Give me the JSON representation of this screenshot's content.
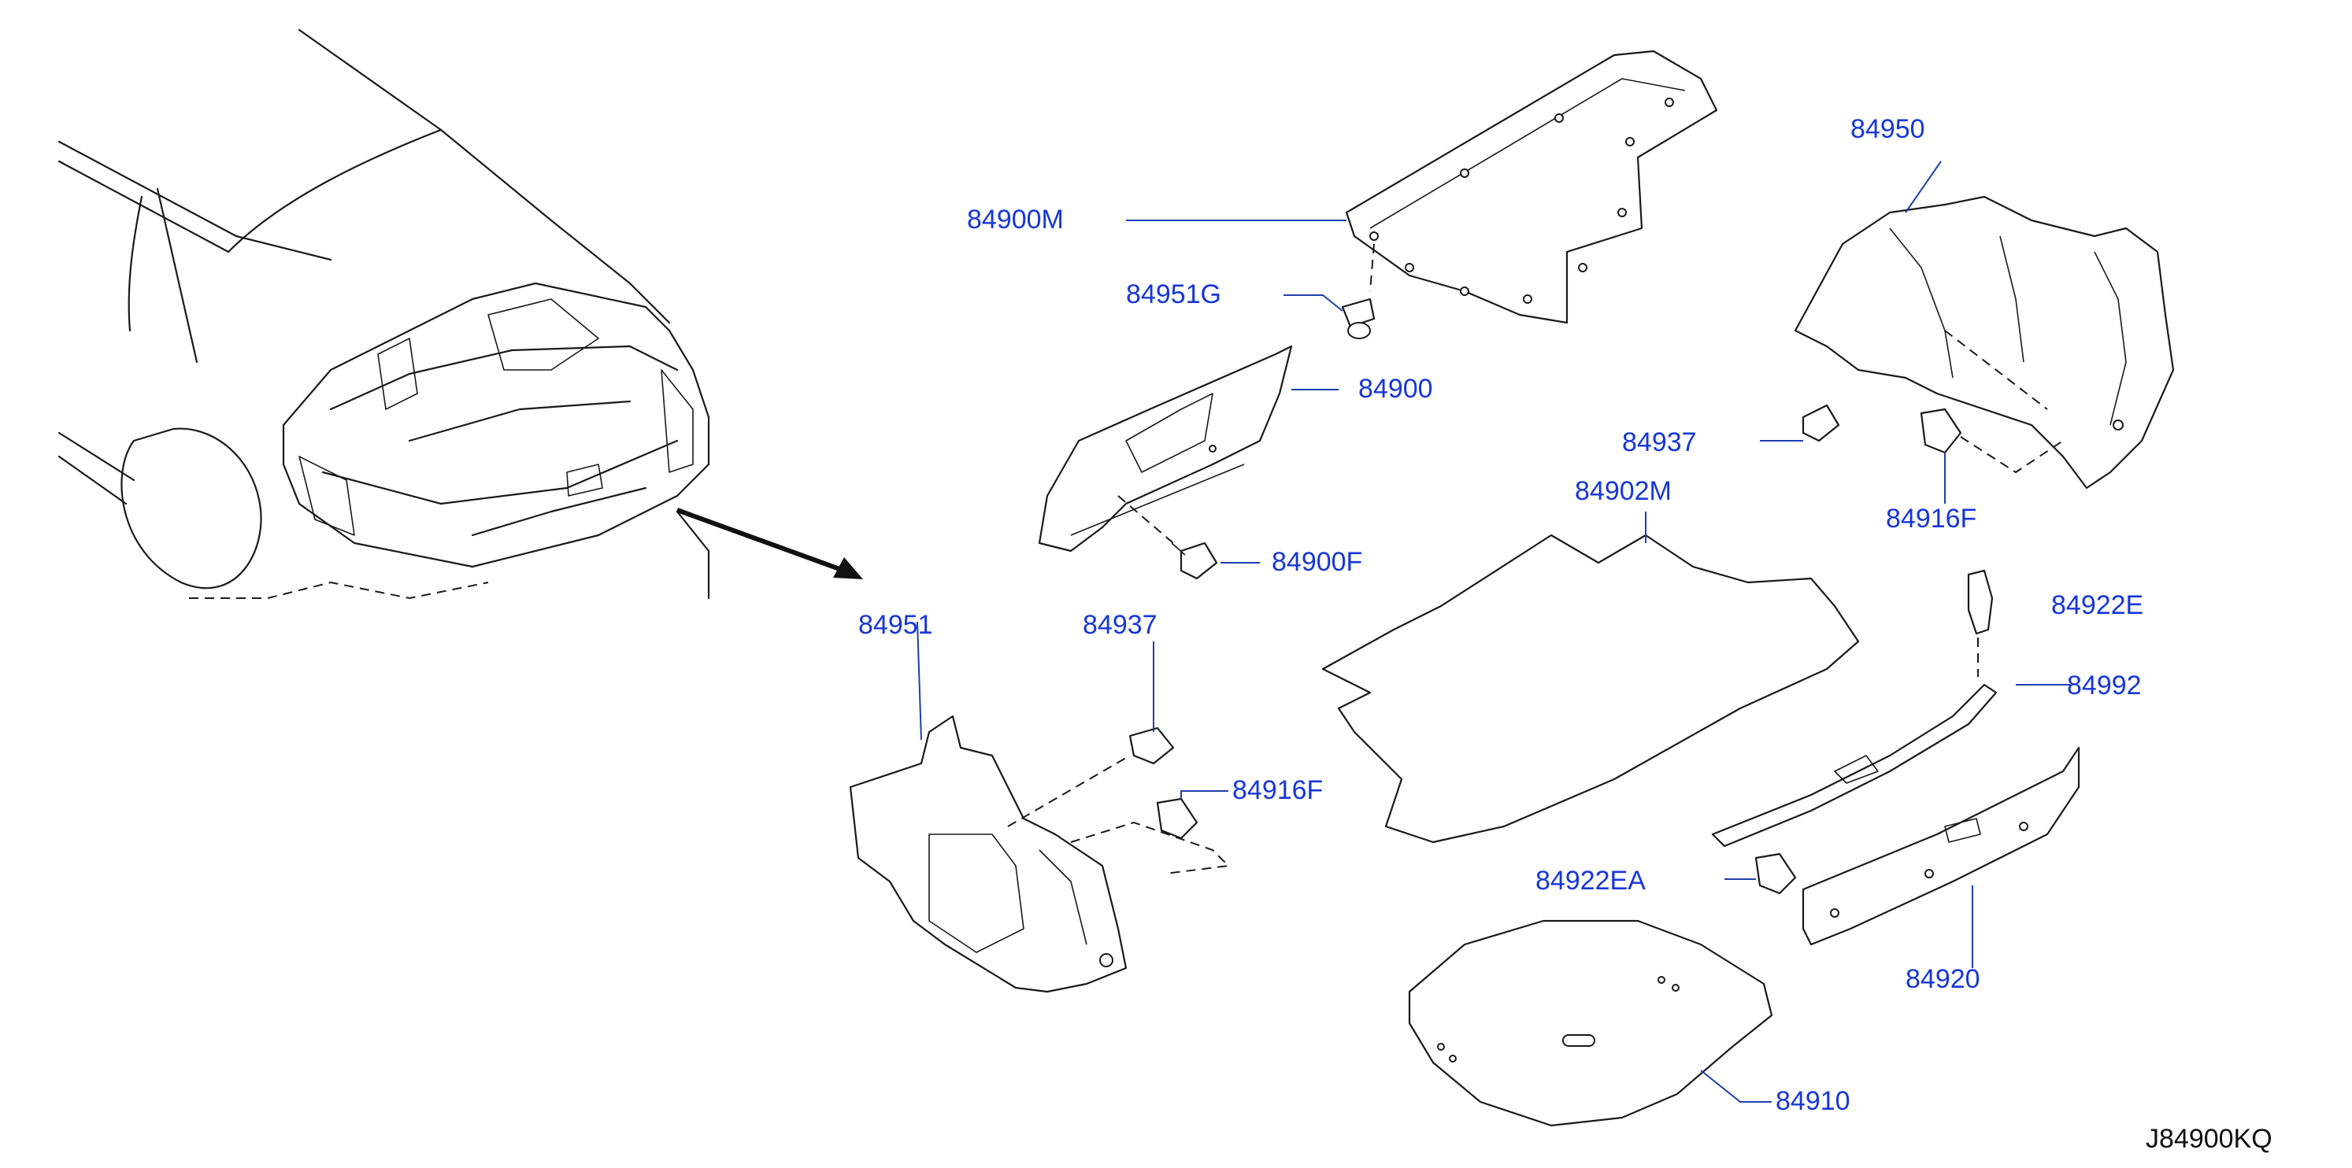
{
  "diagram": {
    "figure_code": "J84900KQ",
    "part_labels": {
      "p84900M": "84900M",
      "p84951G": "84951G",
      "p84900": "84900",
      "p84900F": "84900F",
      "p84950": "84950",
      "p84937_right": "84937",
      "p84916F_right": "84916F",
      "p84902M": "84902M",
      "p84922E": "84922E",
      "p84992": "84992",
      "p84951": "84951",
      "p84937_left": "84937",
      "p84916F_left": "84916F",
      "p84922EA": "84922EA",
      "p84920": "84920",
      "p84910": "84910"
    },
    "colors": {
      "label_text": "#1737d6",
      "leader_line": "#1f3fae",
      "line_art": "#1a1a1a",
      "background": "#ffffff"
    }
  }
}
